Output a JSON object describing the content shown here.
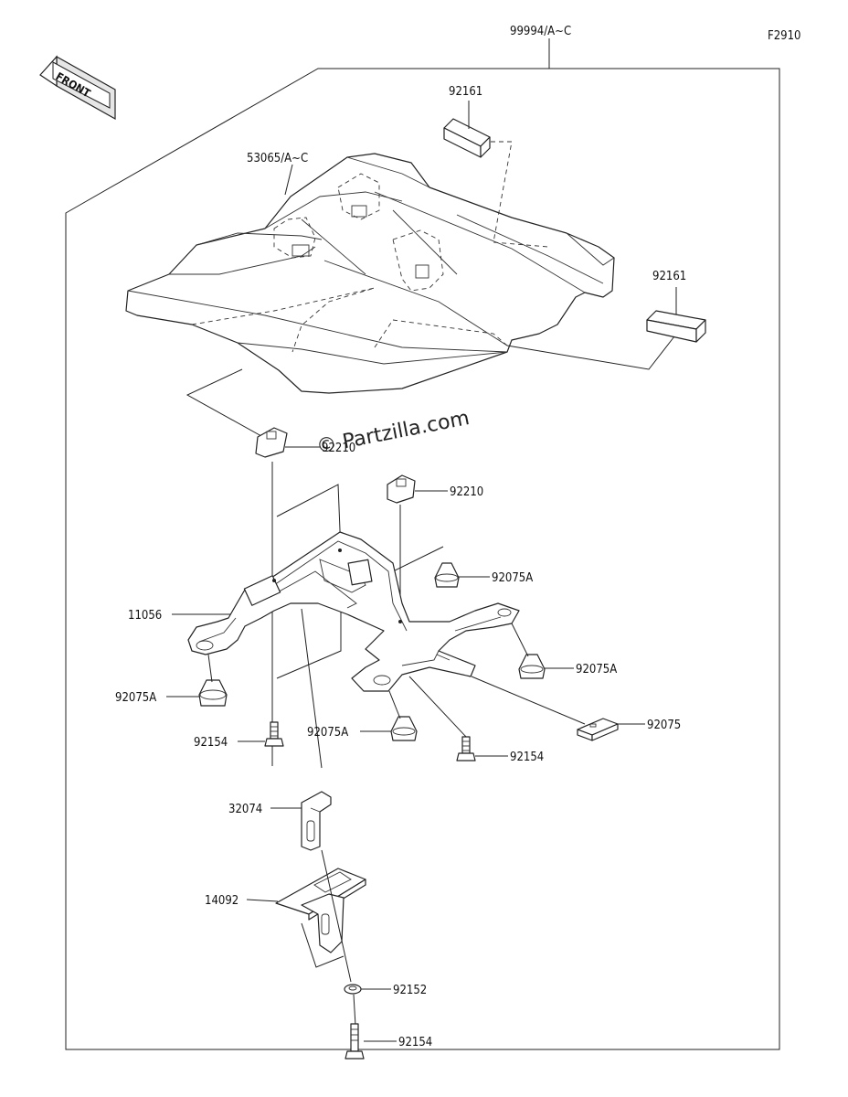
{
  "diagram": {
    "code": "F2910",
    "direction_label": "FRONT",
    "watermark": "© Partzilla.com",
    "parts": [
      {
        "id": "p-99994",
        "label": "99994/A~C"
      },
      {
        "id": "p-92161-a",
        "label": "92161"
      },
      {
        "id": "p-53065",
        "label": "53065/A~C"
      },
      {
        "id": "p-92161-b",
        "label": "92161"
      },
      {
        "id": "p-92210-a",
        "label": "92210"
      },
      {
        "id": "p-92210-b",
        "label": "92210"
      },
      {
        "id": "p-92075A-a",
        "label": "92075A"
      },
      {
        "id": "p-11056",
        "label": "11056"
      },
      {
        "id": "p-92075A-b",
        "label": "92075A"
      },
      {
        "id": "p-92075A-c",
        "label": "92075A"
      },
      {
        "id": "p-92075A-d",
        "label": "92075A"
      },
      {
        "id": "p-92075",
        "label": "92075"
      },
      {
        "id": "p-92154-a",
        "label": "92154"
      },
      {
        "id": "p-92154-b",
        "label": "92154"
      },
      {
        "id": "p-32074",
        "label": "32074"
      },
      {
        "id": "p-14092",
        "label": "14092"
      },
      {
        "id": "p-92152",
        "label": "92152"
      },
      {
        "id": "p-92154-c",
        "label": "92154"
      }
    ]
  }
}
